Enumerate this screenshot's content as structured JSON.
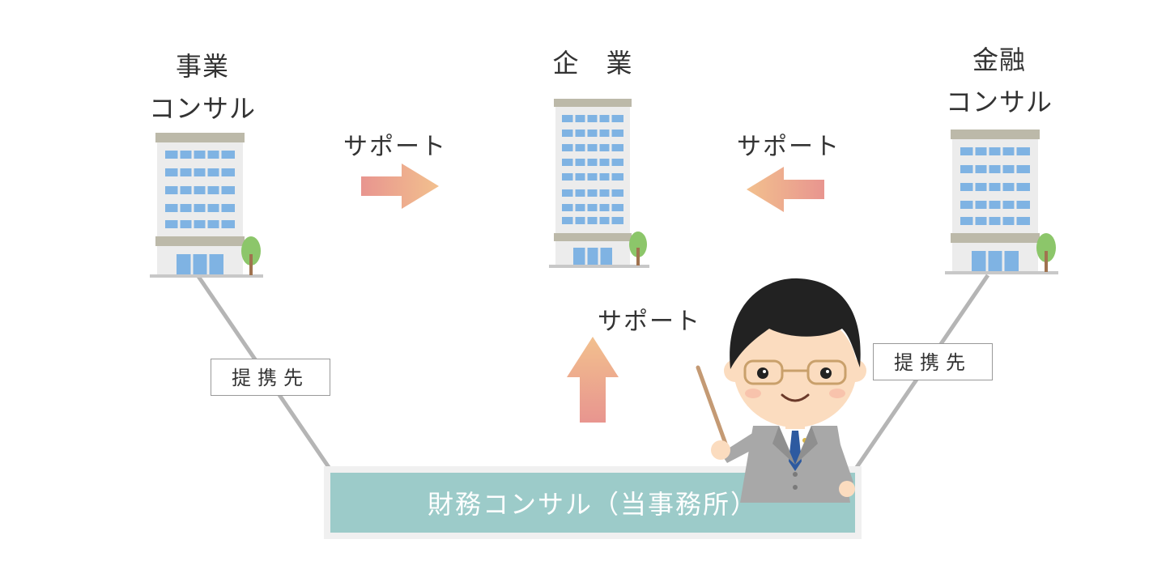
{
  "nodes": {
    "business_consul": {
      "line1": "事業",
      "line2": "コンサル"
    },
    "company": {
      "label": "企　業"
    },
    "finance_consul": {
      "line1": "金融",
      "line2": "コンサル"
    }
  },
  "support_labels": {
    "left": "サポート",
    "right": "サポート",
    "bottom": "サポート"
  },
  "partner_labels": {
    "left": "提携先",
    "right": "提携先"
  },
  "firm": {
    "label": "財務コンサル（当事務所）"
  },
  "colors": {
    "arrow_start": "#e8958f",
    "arrow_end": "#f2c08e",
    "firm_box": "#9ccbc9",
    "connector": "#b5b5b5",
    "building_window": "#7fb3e3"
  },
  "icons": [
    "building-icon",
    "tree-icon",
    "consultant-icon",
    "pointer-stick-icon"
  ]
}
